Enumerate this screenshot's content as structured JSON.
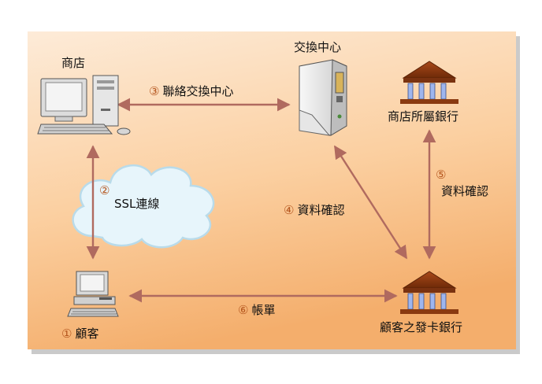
{
  "nodes": {
    "store": {
      "label": "商店"
    },
    "exchange": {
      "label": "交換中心"
    },
    "store_bank": {
      "label": "商店所屬銀行"
    },
    "customer": {
      "marker": "①",
      "label": "顧客"
    },
    "issuing_bank": {
      "label": "顧客之發卡銀行"
    },
    "cloud": {
      "label": "SSL連線"
    }
  },
  "edges": {
    "e2": {
      "marker": "②"
    },
    "e3": {
      "marker": "③",
      "label": "聯絡交換中心"
    },
    "e4": {
      "marker": "④",
      "label": "資料確認"
    },
    "e5": {
      "marker": "⑤",
      "label": "資料確認"
    },
    "e6": {
      "marker": "⑥",
      "label": "帳單"
    }
  },
  "colors": {
    "background_top": "#fde7cf",
    "background_bottom": "#f6b77a",
    "arrow": "#b06a5f",
    "marker": "#b5561e",
    "bank_roof": "#8a3a10",
    "bank_column": "#9fb6ee",
    "cloud_fill": "#e7f5fb",
    "cloud_stroke": "#b9dbea"
  }
}
